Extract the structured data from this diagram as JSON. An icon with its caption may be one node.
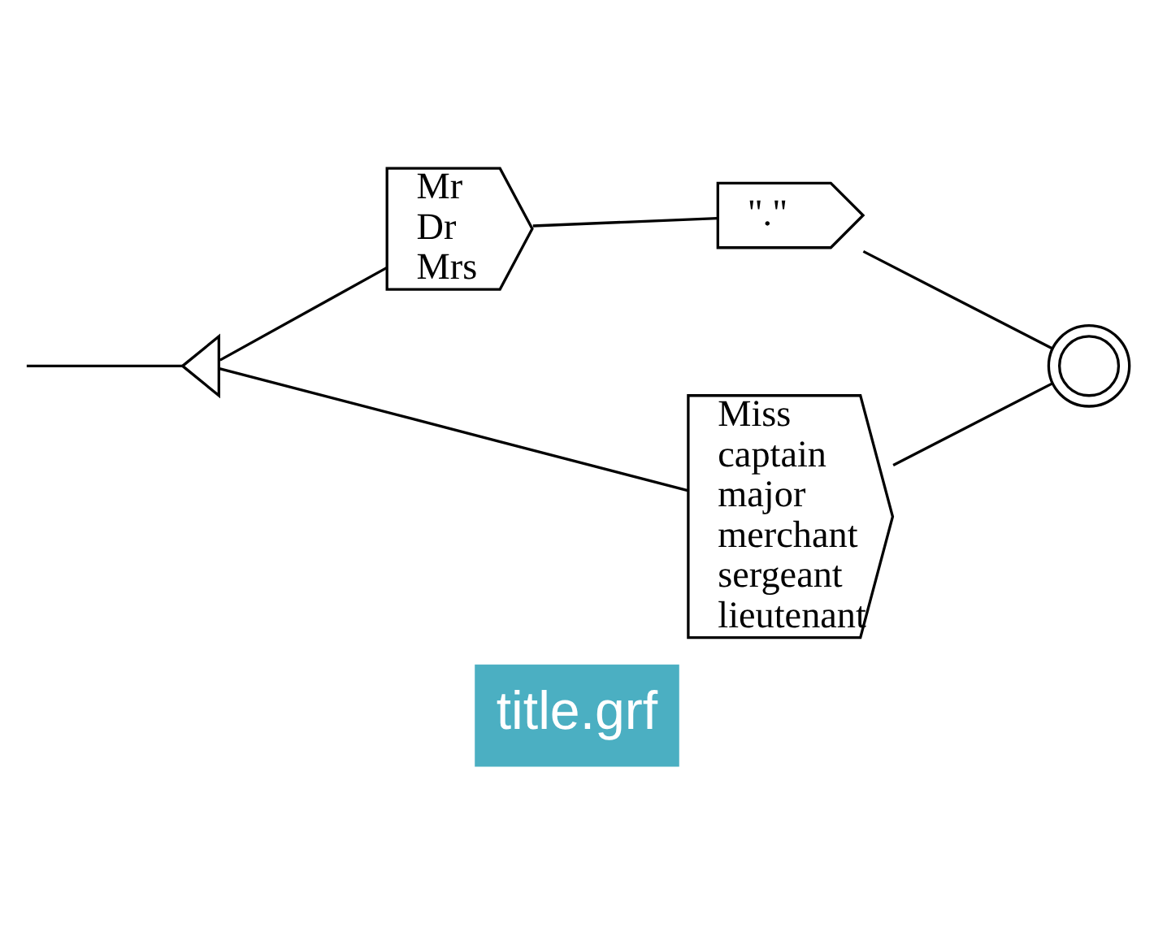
{
  "diagram": {
    "caption": "title.grf",
    "nodes": [
      {
        "text": [],
        "shape": "triangle"
      },
      {
        "text": [
          "Mr",
          "Dr",
          "Mrs"
        ]
      },
      {
        "text": [
          "\".\""
        ]
      },
      {
        "text": [
          "Miss",
          "captain",
          "major",
          "merchant",
          "sergeant",
          "lieutenant"
        ]
      },
      {
        "text": [],
        "shape": "circle"
      }
    ],
    "edges": [
      {
        "from": null,
        "to": 0,
        "arrow": "none"
      },
      {
        "from": 0,
        "to": 1,
        "arrow": "none"
      },
      {
        "from": 0,
        "to": 3,
        "arrow": "none"
      },
      {
        "from": 1,
        "to": 2,
        "arrow": "none"
      },
      {
        "from": 2,
        "to": 4,
        "arrow": "none"
      },
      {
        "from": 3,
        "to": 4,
        "arrow": "none"
      }
    ]
  }
}
